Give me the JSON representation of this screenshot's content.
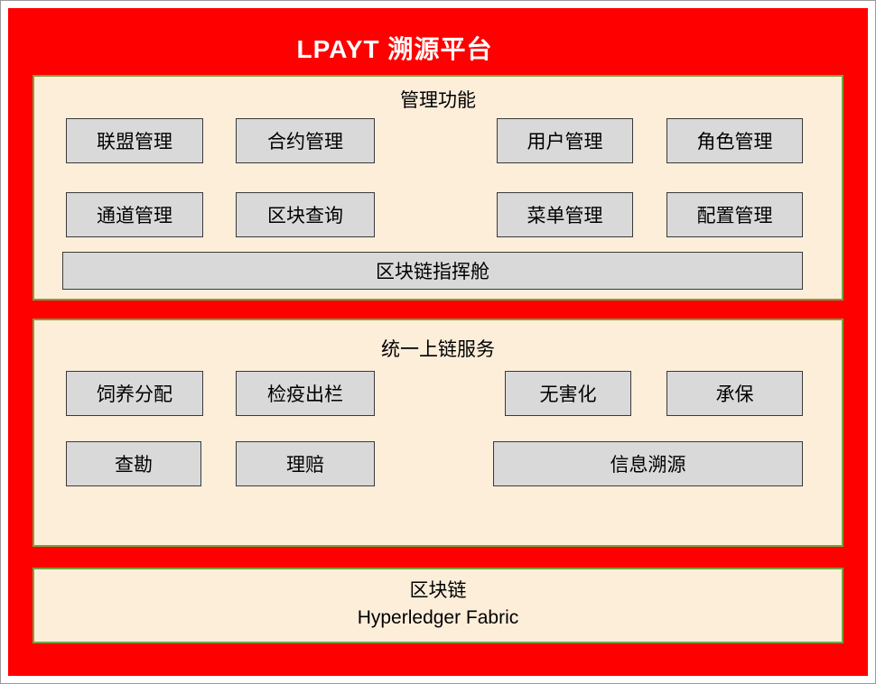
{
  "title": "LPAYT 溯源平台",
  "sections": [
    {
      "title": "管理功能",
      "rows": [
        [
          "联盟管理",
          "合约管理",
          "用户管理",
          "角色管理"
        ],
        [
          "通道管理",
          "区块查询",
          "菜单管理",
          "配置管理"
        ],
        [
          "区块链指挥舱"
        ]
      ]
    },
    {
      "title": "统一上链服务",
      "rows": [
        [
          "饲养分配",
          "检疫出栏",
          "无害化",
          "承保"
        ],
        [
          "查勘",
          "理赔",
          "信息溯源"
        ]
      ]
    },
    {
      "title": "区块链",
      "subtitle": "Hyperledger Fabric"
    }
  ],
  "colors": {
    "background": "#FE0000",
    "panel_fill": "#FDEEDA",
    "panel_border": "#78A23F",
    "box_fill": "#D9D9D9",
    "box_border": "#3A3A3A"
  }
}
